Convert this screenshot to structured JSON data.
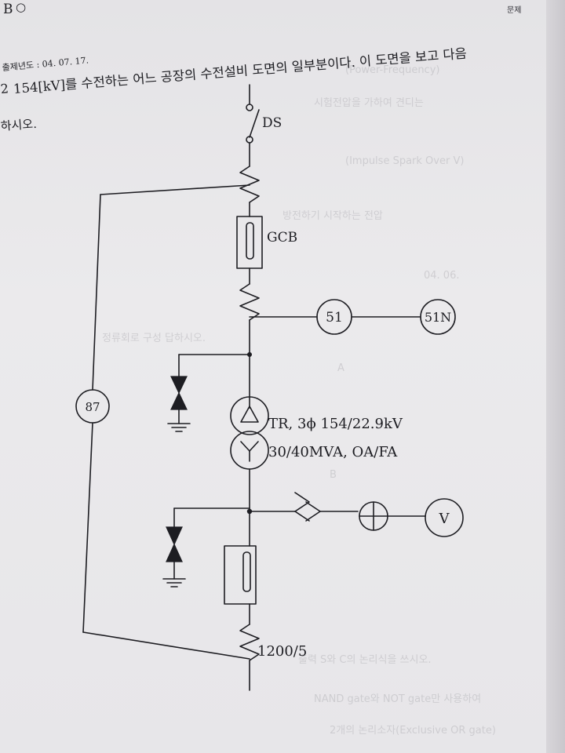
{
  "header": {
    "page_marker": "B",
    "question_line": "154[kV]를 수전하는 어느 공장의 수전설비 도면의 일부분이다.  이 도면을 보고 다음",
    "question_prefix": "2",
    "year_label": "출제년도 : 04. 07. 17.",
    "instruction": "하시오.",
    "corner_tab": "문제"
  },
  "diagram": {
    "ds_label": "DS",
    "gcb_label": "GCB",
    "relay_51": "51",
    "relay_51n": "51N",
    "relay_87": "87",
    "tr_line1": "TR, 3ϕ 154/22.9kV",
    "tr_line2": "30/40MVA, OA/FA",
    "voltmeter": "V",
    "ct_ratio": "1200/5"
  },
  "colors": {
    "ink": "#1d1d22",
    "paper": "#e8e7ea"
  }
}
